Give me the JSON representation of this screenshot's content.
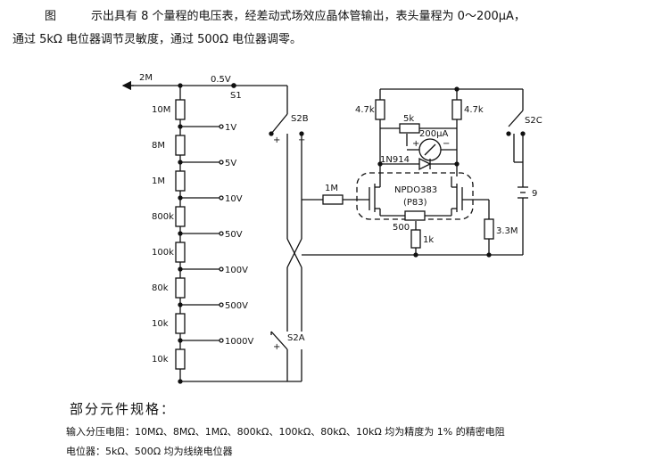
{
  "caption": {
    "fig_label": "图",
    "line1": "示出具有 8 个量程的电压表，经差动式场效应晶体管输出，表头量程为 0～200μA，",
    "line2": "通过 5kΩ 电位器调节灵敏度，通过 500Ω 电位器调零。"
  },
  "divider": {
    "resistors": [
      "10M",
      "8M",
      "1M",
      "800k",
      "100k",
      "80k",
      "10k",
      "10k"
    ],
    "taps": [
      "0.5V",
      "1V",
      "5V",
      "10V",
      "50V",
      "100V",
      "500V",
      "1000V"
    ],
    "input_resistor": "2M",
    "switch": "S1"
  },
  "amplifier": {
    "r_left": "4.7k",
    "r_right": "4.7k",
    "pot_span": "5k",
    "meter": "200μA",
    "meter_plus": "+",
    "meter_minus": "−",
    "diode": "1N914",
    "fet": "NPDO383",
    "fet_alt": "(P83)",
    "gate_resistor": "1M",
    "pot_zero": "500",
    "r_source": "1k",
    "r_gate2": "3.3M",
    "battery": "9"
  },
  "switches": {
    "s2a": "S2A",
    "s2b": "S2B",
    "s2c": "S2C",
    "plus": "+",
    "minus": "−"
  },
  "specs": {
    "title": "部分元件规格：",
    "line1": "输入分压电阻：10MΩ、8MΩ、1MΩ、800kΩ、100kΩ、80kΩ、10kΩ 均为精度为 1% 的精密电阻",
    "line2": "电位器：5kΩ、500Ω 均为线绕电位器"
  }
}
